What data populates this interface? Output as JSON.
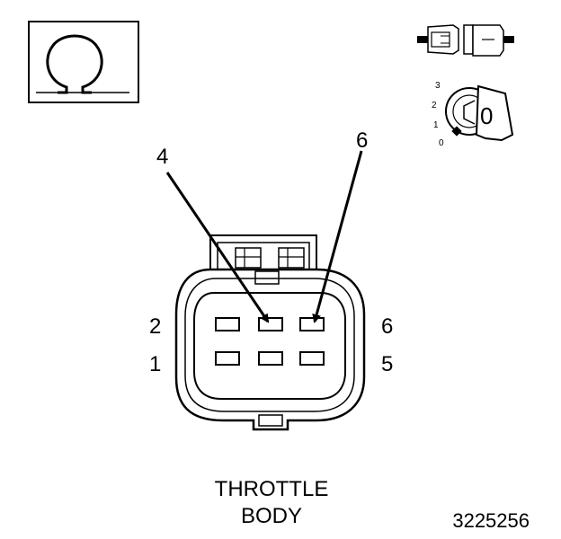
{
  "caption": {
    "line1": "THROTTLE",
    "line2": "BODY"
  },
  "part_number": "3225256",
  "icons": {
    "meter": "ohm-symbol-icon",
    "connector": "disconnected-connector-icon",
    "ignition": "ignition-key-position-0-icon"
  },
  "ignition_positions": [
    "3",
    "2",
    "1",
    "0"
  ],
  "key_position": "0",
  "callouts": [
    "4",
    "6"
  ],
  "pin_labels": {
    "left_top": "2",
    "left_bottom": "1",
    "right_top": "6",
    "right_bottom": "5"
  }
}
